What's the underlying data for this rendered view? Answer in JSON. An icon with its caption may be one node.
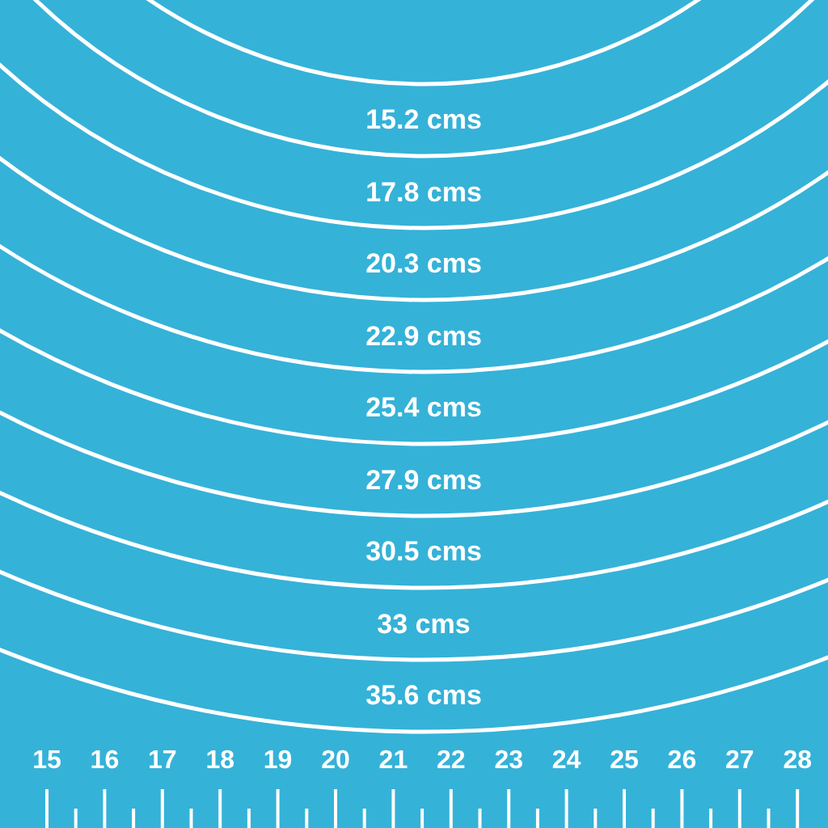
{
  "diagram": {
    "labels": [
      "15.2 cms",
      "17.8 cms",
      "20.3 cms",
      "22.9 cms",
      "25.4 cms",
      "27.9 cms",
      "30.5 cms",
      "33 cms",
      "35.6 cms",
      "15",
      "16",
      "17",
      "18",
      "19",
      "20",
      "21",
      "22",
      "23",
      "24",
      "25",
      "26",
      "27",
      "28"
    ]
  }
}
